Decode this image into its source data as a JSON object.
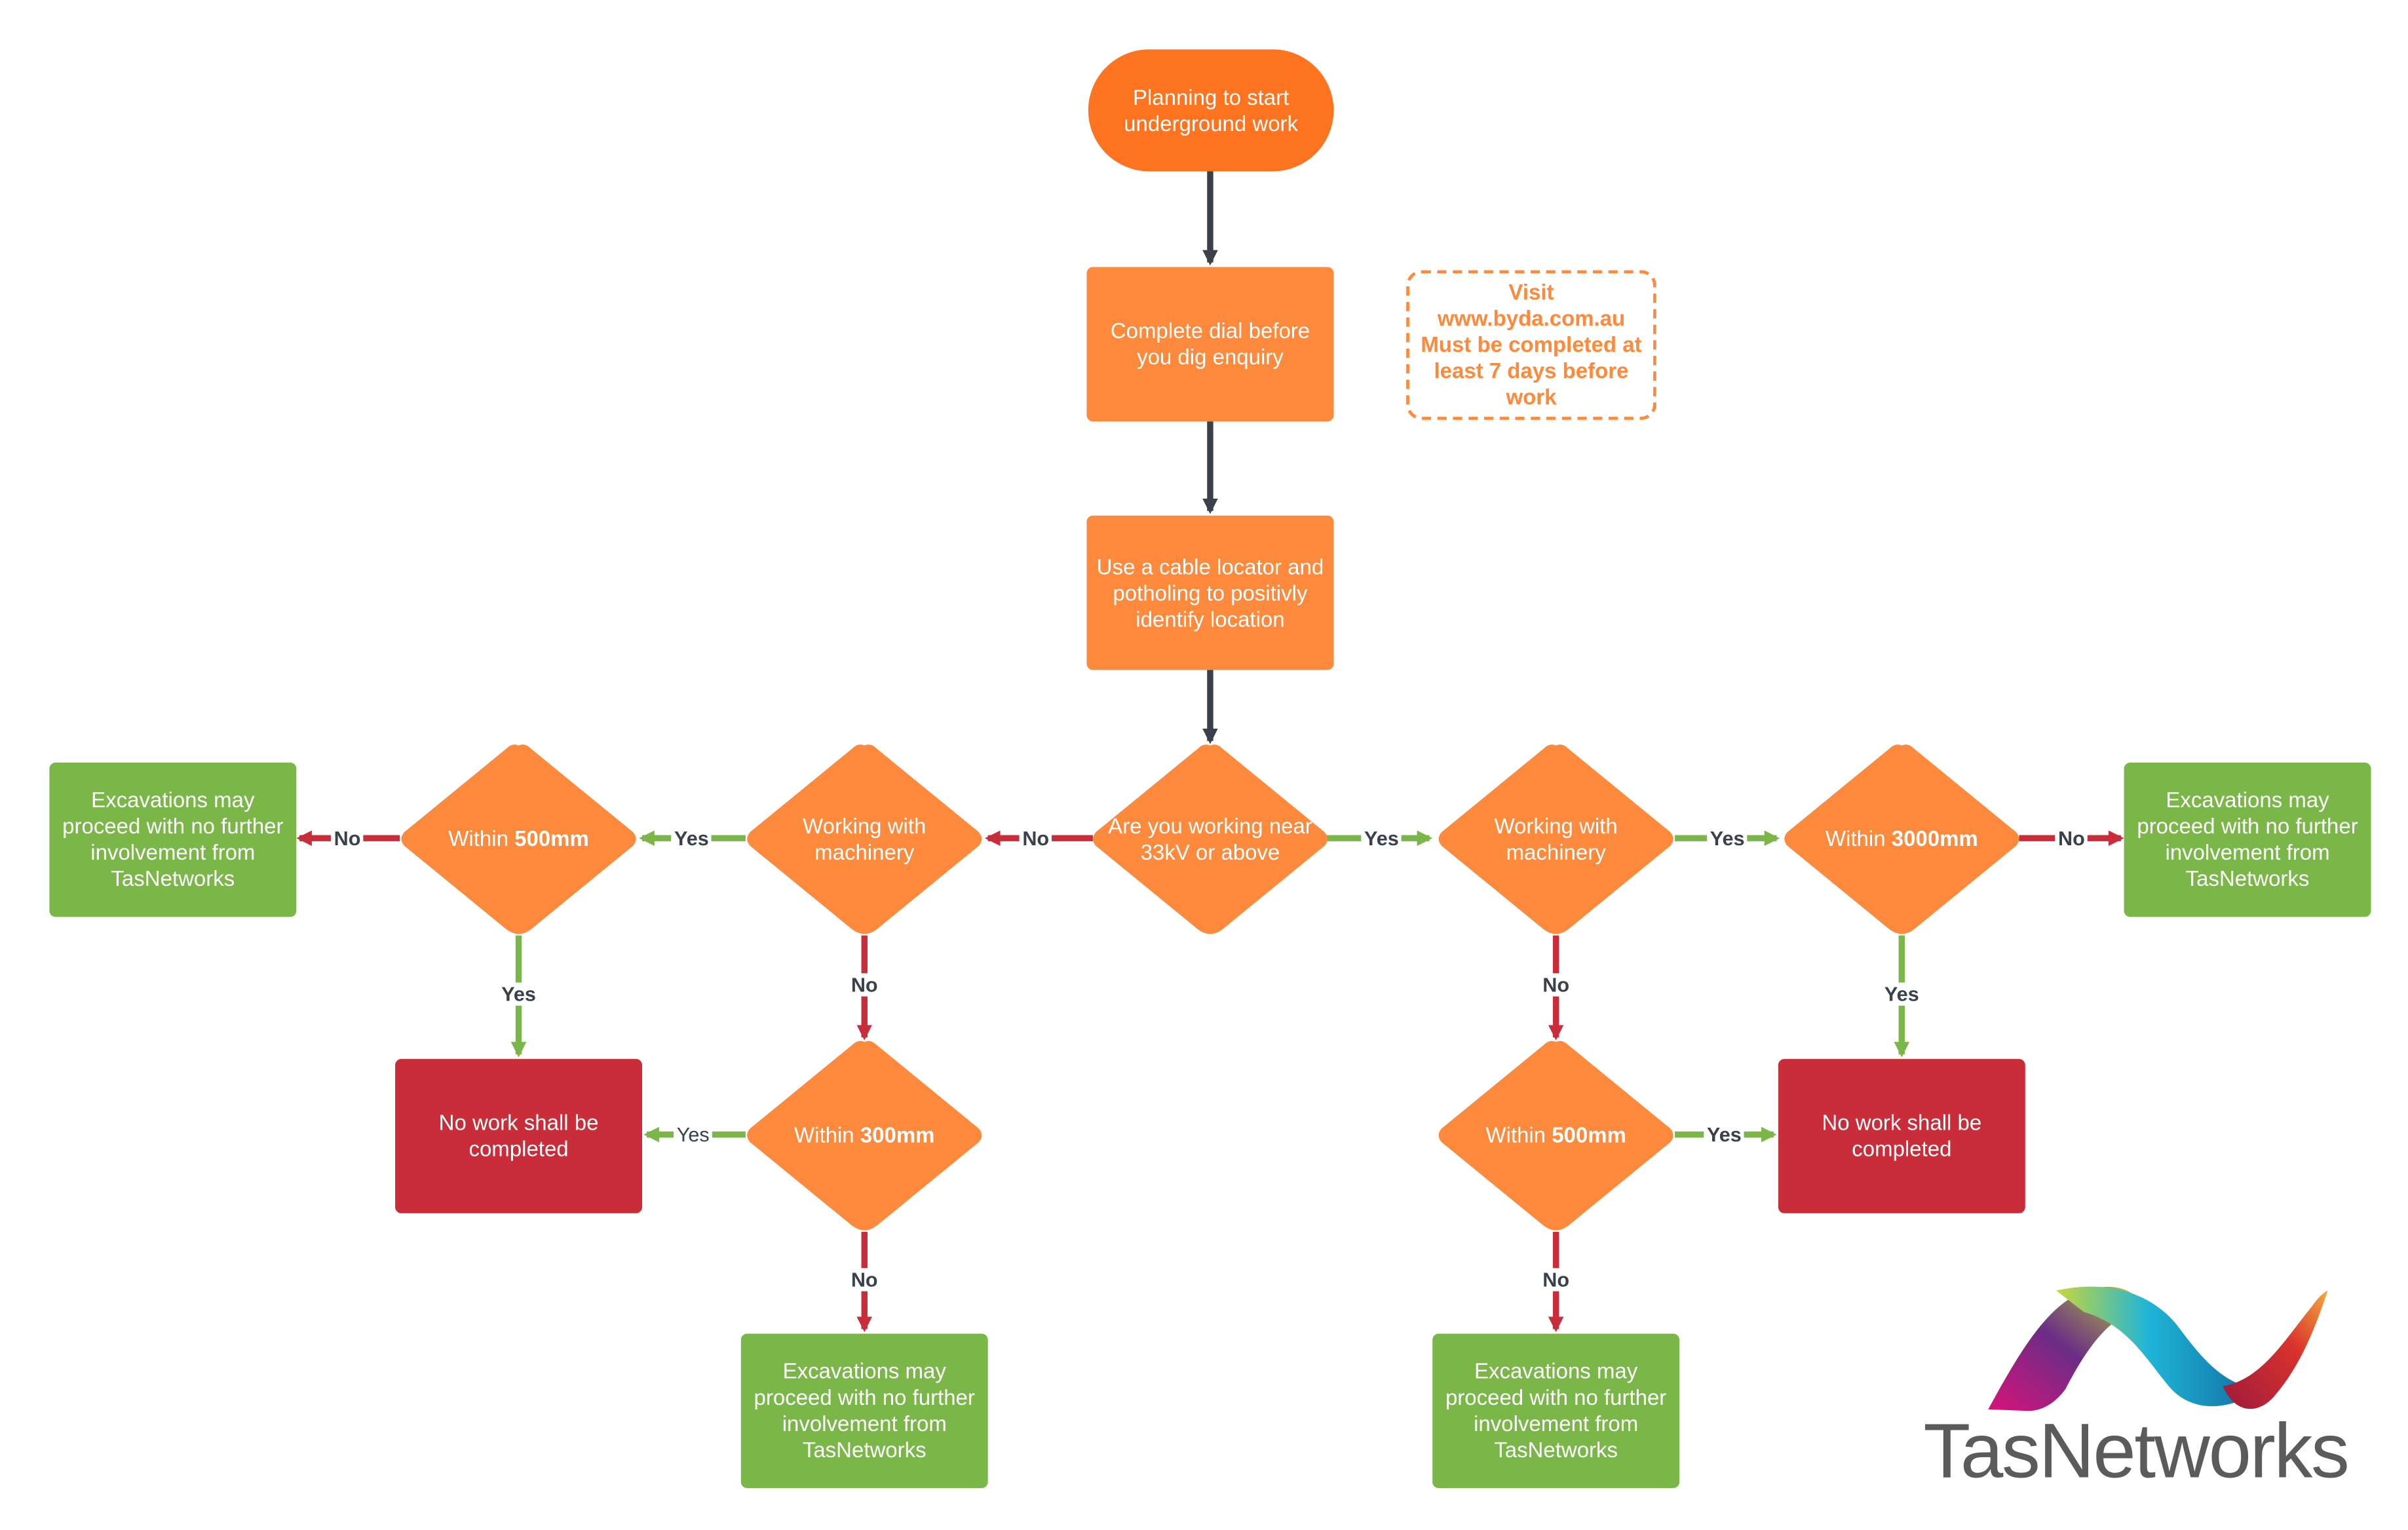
{
  "start": "Planning to start underground work",
  "step_dbyd": "Complete dial before you dig enquiry",
  "note": {
    "line1": "Visit",
    "line2": "www.byda.com.au",
    "line3": "Must be completed at least 7 days before work"
  },
  "step_locate": "Use a cable locator and potholing to positivly identify location",
  "decision_33kv": "Are you working near 33kV or above",
  "left": {
    "machinery": "Working with machinery",
    "within_500": {
      "prefix": "Within ",
      "value": "500mm"
    },
    "within_300": {
      "prefix": "Within ",
      "value": "300mm"
    },
    "no_work": "No work shall be completed",
    "excavate_far_left": "Excavations may proceed with no further involvement from TasNetworks",
    "excavate_bottom": "Excavations may proceed with no further involvement from TasNetworks"
  },
  "right": {
    "machinery": "Working with machinery",
    "within_3000": {
      "prefix": "Within ",
      "value": "3000mm"
    },
    "within_500": {
      "prefix": "Within ",
      "value": "500mm"
    },
    "no_work": "No work shall be completed",
    "excavate_far_right": "Excavations may proceed with no further involvement from TasNetworks",
    "excavate_bottom": "Excavations may proceed with no further involvement from TasNetworks"
  },
  "labels": {
    "yes": "Yes",
    "no": "No"
  },
  "logo": {
    "text": "TasNetworks"
  },
  "colors": {
    "orange": "#fd8a3c",
    "start_orange": "#fd7320",
    "green": "#7ab648",
    "red": "#c92d39",
    "dark_arrow": "#3a414a",
    "yes_arrow": "#7ab648",
    "no_arrow": "#c92d39"
  }
}
